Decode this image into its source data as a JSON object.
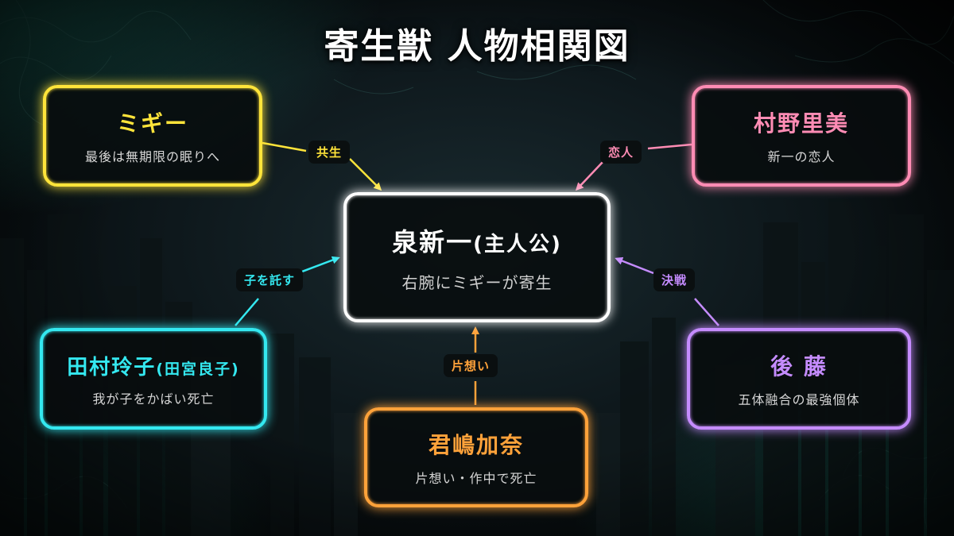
{
  "title": "寄生獣 人物相関図",
  "center": {
    "name": "泉新一",
    "name_suffix": "(主人公)",
    "desc": "右腕にミギーが寄生",
    "color": "#ffffff"
  },
  "characters": {
    "migi": {
      "name": "ミギー",
      "desc": "最後は無期限の眠りへ",
      "color": "#ffe43a"
    },
    "murano": {
      "name": "村野里美",
      "desc": "新一の恋人",
      "color": "#ff8cb4"
    },
    "tamura": {
      "name": "田村玲子",
      "name_suffix": "(田宮良子)",
      "desc": "我が子をかばい死亡",
      "color": "#34e8f0"
    },
    "goto": {
      "name": "後 藤",
      "desc": "五体融合の最強個体",
      "color": "#c58cff"
    },
    "kimishima": {
      "name": "君嶋加奈",
      "desc": "片想い・作中で死亡",
      "color": "#ffa23a"
    }
  },
  "relations": {
    "migi": "共生",
    "murano": "恋人",
    "tamura": "子を託す",
    "goto": "決戦",
    "kimishima": "片想い"
  }
}
